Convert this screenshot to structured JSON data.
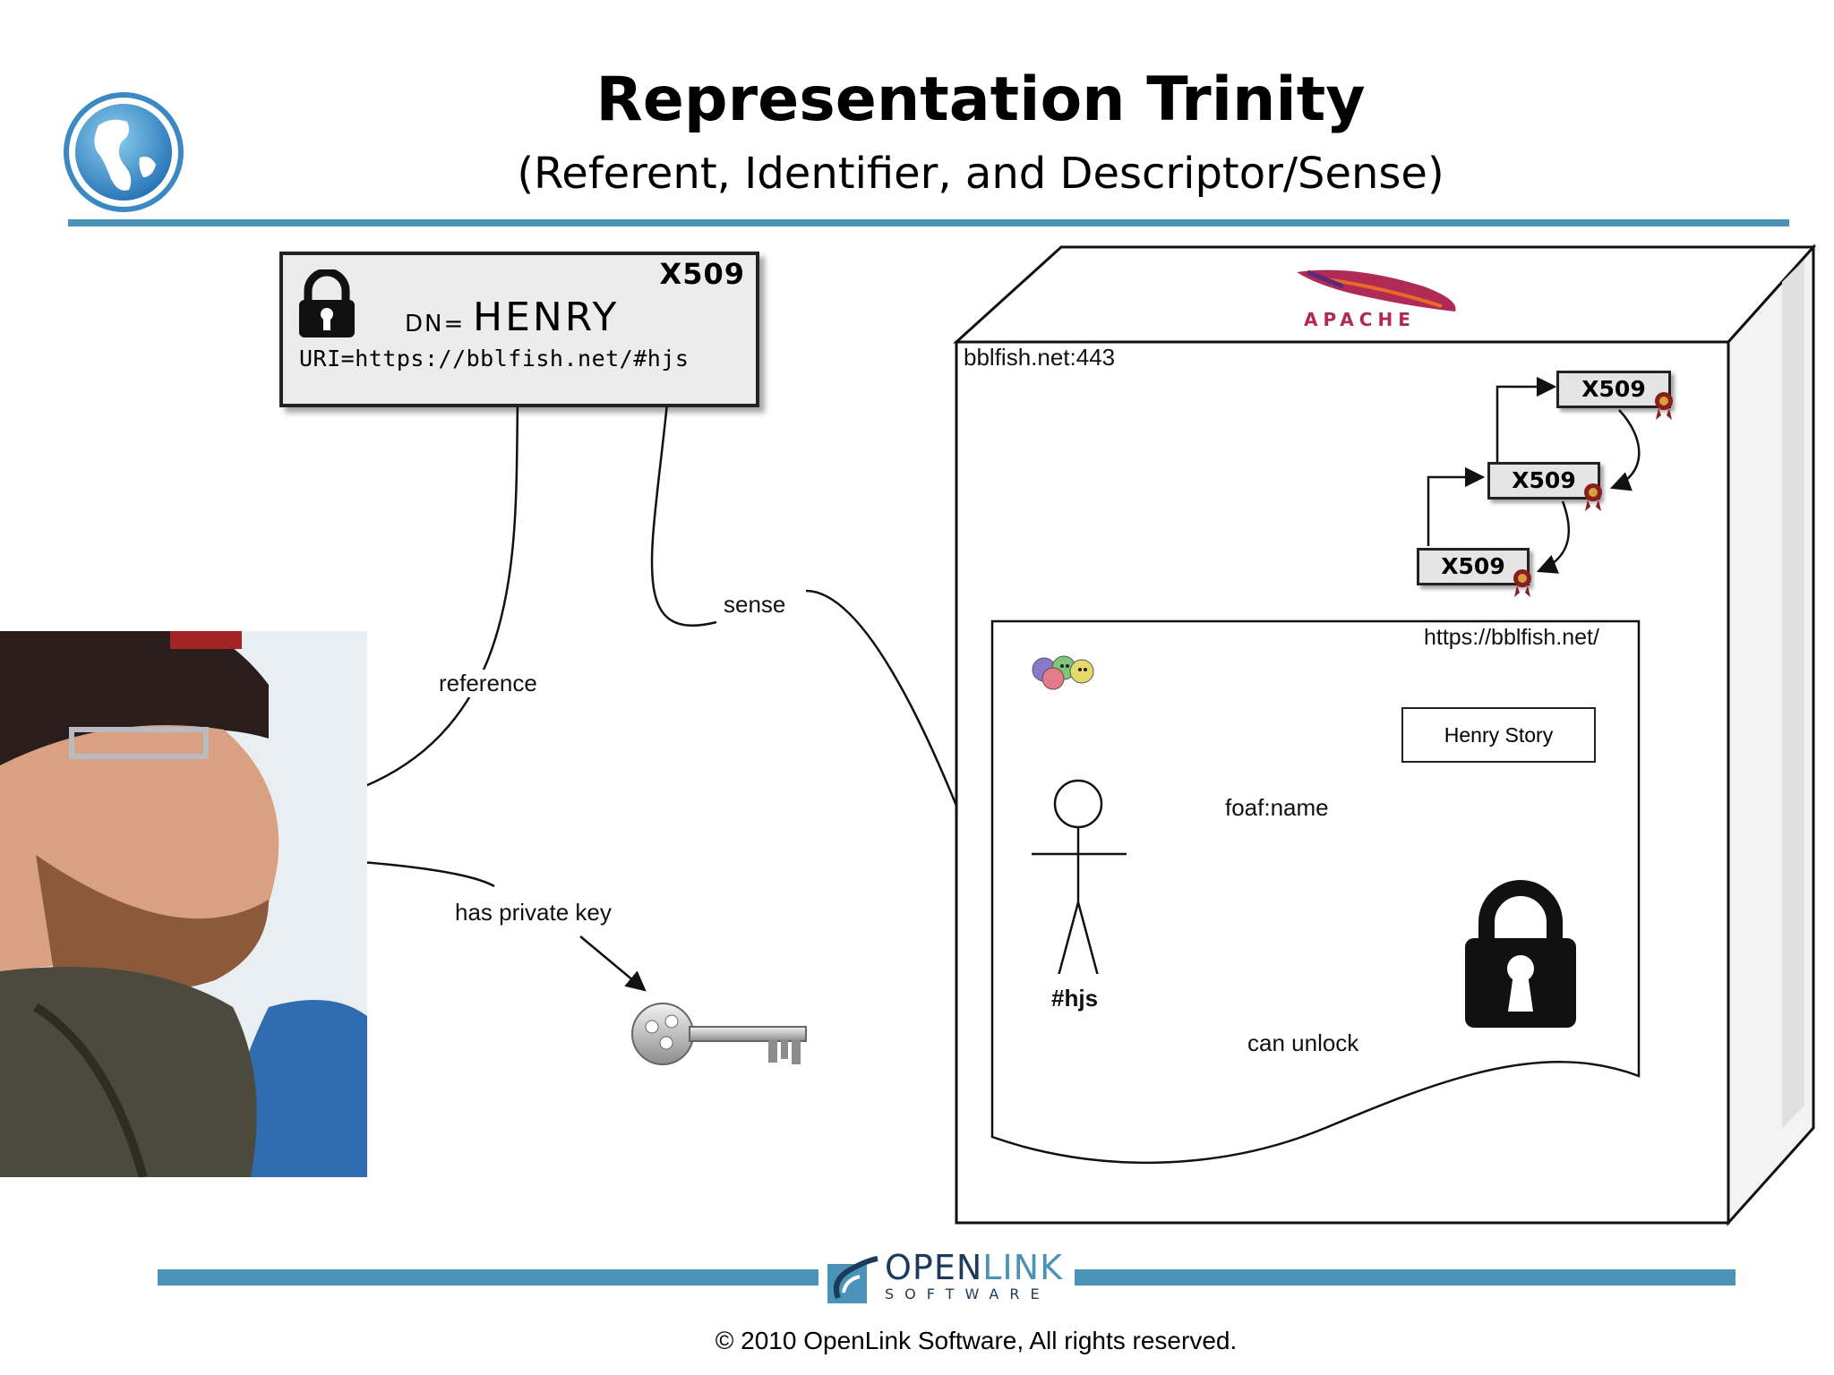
{
  "slide": {
    "title": "Representation Trinity",
    "subtitle": "(Referent, Identifier, and Descriptor/Sense)"
  },
  "certificate": {
    "badge": "X509",
    "dn_prefix": "DN=",
    "dn_name": "HENRY",
    "uri": "URI=https://bblfish.net/#hjs"
  },
  "relations": {
    "reference": "reference",
    "sense": "sense",
    "has_private_key": "has private key"
  },
  "server": {
    "logo_text": "APACHE",
    "host": "bblfish.net:443",
    "chain": [
      "X509",
      "X509",
      "X509"
    ],
    "document": {
      "url": "https://bblfish.net/",
      "person_id": "#hjs",
      "foaf_label": "foaf:name",
      "name_value": "Henry Story",
      "unlock_label": "can unlock"
    }
  },
  "footer": {
    "logo_open": "OPEN",
    "logo_link": "LINK",
    "logo_sub": "SOFTWARE",
    "copyright": "© 2010 OpenLink Software, All rights reserved."
  },
  "colors": {
    "rule": "#4a93b8",
    "globe": "#3a88c4",
    "logo_dark": "#1c3b5a",
    "apache_feather": "#b02a55"
  }
}
